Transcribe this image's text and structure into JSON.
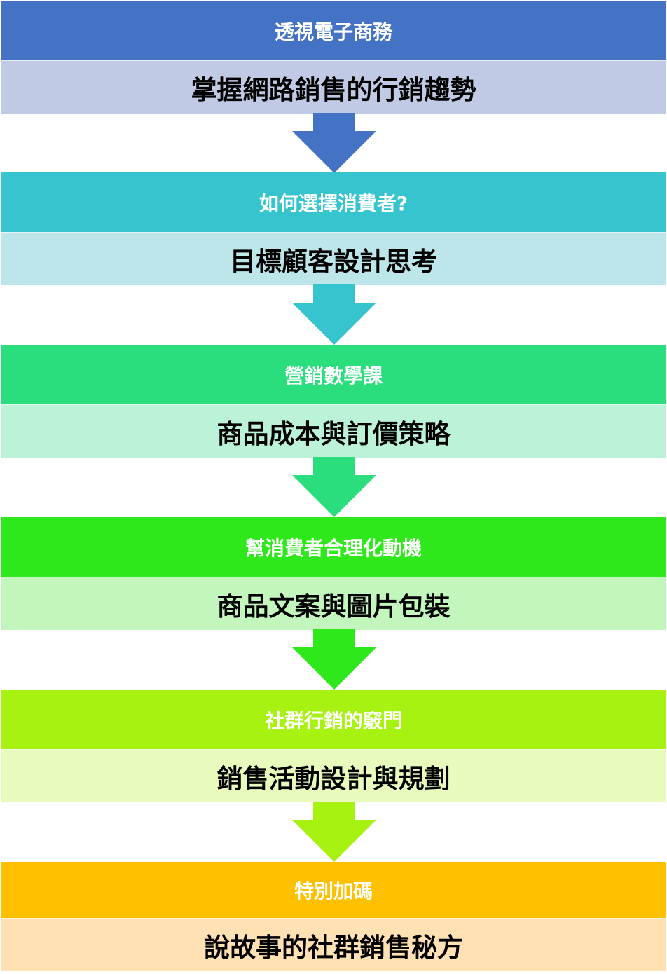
{
  "steps": [
    {
      "title": "透視電子商務",
      "subtitle": "掌握網路銷售的行銷趨勢",
      "color": "#4472c4",
      "light": "#c0cae4"
    },
    {
      "title": "如何選擇消費者?",
      "subtitle": "目標顧客設計思考",
      "color": "#36c4ce",
      "light": "#bde6ea"
    },
    {
      "title": "營銷數學課",
      "subtitle": "商品成本與訂價策略",
      "color": "#2ade7e",
      "light": "#bbf2d8"
    },
    {
      "title": "幫消費者合理化動機",
      "subtitle": "商品文案與圖片包裝",
      "color": "#2ee81c",
      "light": "#c2f6bc"
    },
    {
      "title": "社群行銷的竅門",
      "subtitle": "銷售活動設計與規劃",
      "color": "#a8f212",
      "light": "#e8fbbd"
    },
    {
      "title": "特別加碼",
      "subtitle": "說故事的社群銷售秘方",
      "color": "#ffc000",
      "light": "#ffe1b4"
    }
  ]
}
